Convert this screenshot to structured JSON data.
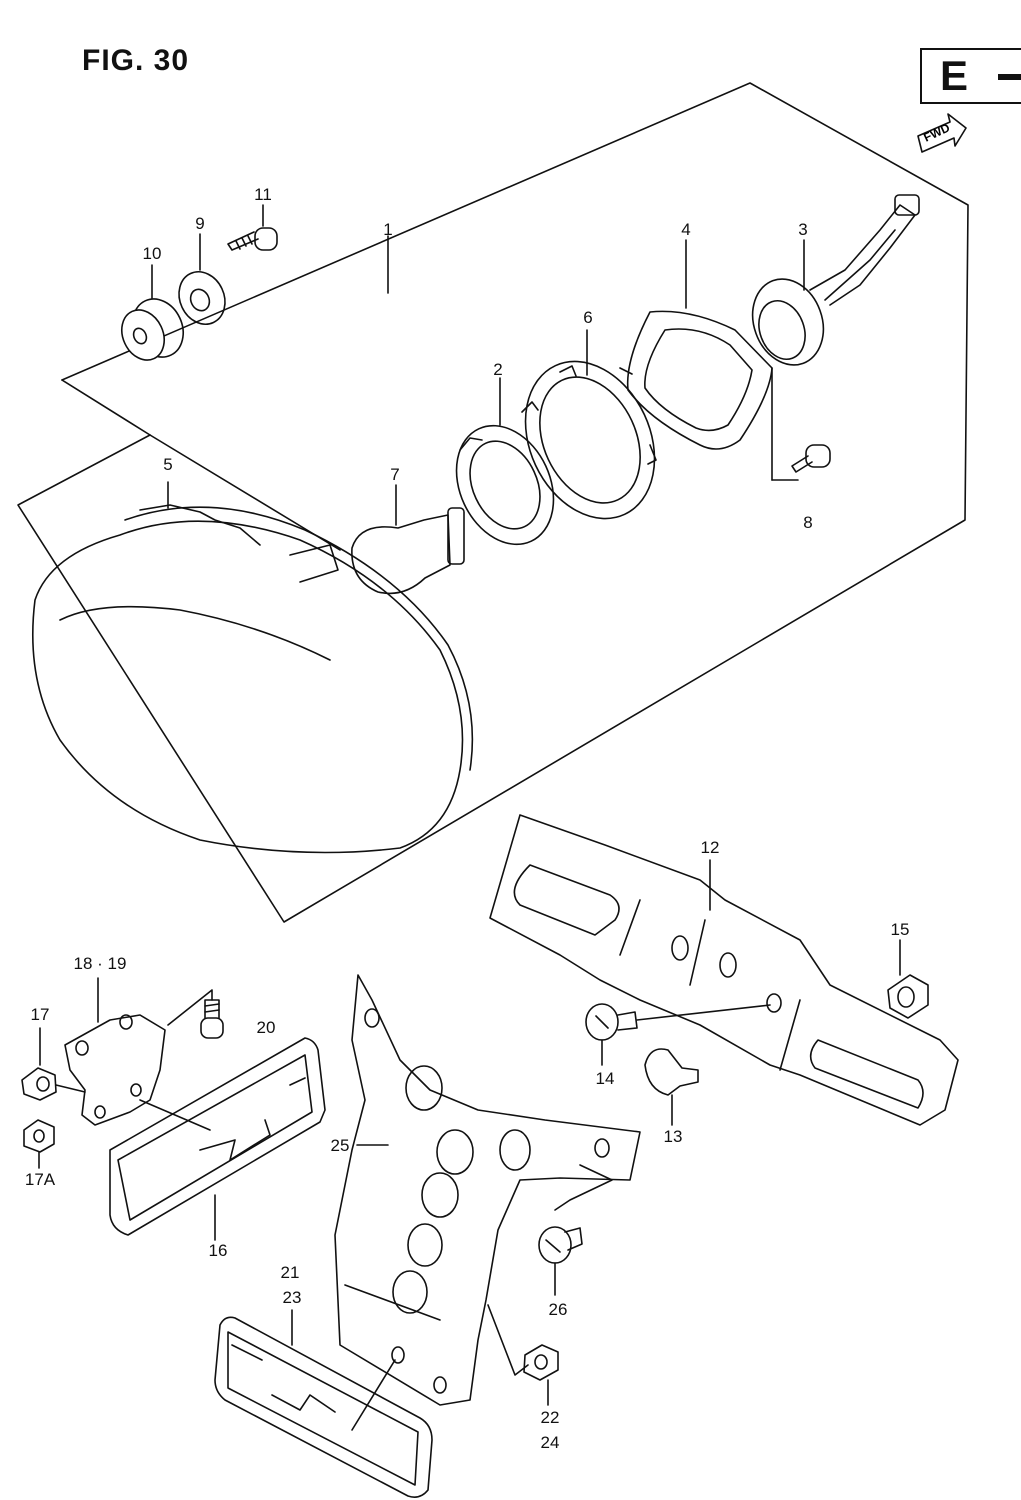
{
  "figure": {
    "title": "FIG. 30"
  },
  "region_mark": {
    "letter": "E"
  },
  "direction_arrow": {
    "text": "FWD"
  },
  "callouts": [
    {
      "id": "c1",
      "text": "1"
    },
    {
      "id": "c2",
      "text": "2"
    },
    {
      "id": "c3",
      "text": "3"
    },
    {
      "id": "c4",
      "text": "4"
    },
    {
      "id": "c5",
      "text": "5"
    },
    {
      "id": "c6",
      "text": "6"
    },
    {
      "id": "c7",
      "text": "7"
    },
    {
      "id": "c8",
      "text": "8"
    },
    {
      "id": "c9",
      "text": "9"
    },
    {
      "id": "c10",
      "text": "10"
    },
    {
      "id": "c11",
      "text": "11"
    },
    {
      "id": "c12",
      "text": "12"
    },
    {
      "id": "c13",
      "text": "13"
    },
    {
      "id": "c14",
      "text": "14"
    },
    {
      "id": "c15",
      "text": "15"
    },
    {
      "id": "c16",
      "text": "16"
    },
    {
      "id": "c17",
      "text": "17"
    },
    {
      "id": "c17a",
      "text": "17A"
    },
    {
      "id": "c1819",
      "text": "18 · 19"
    },
    {
      "id": "c20",
      "text": "20"
    },
    {
      "id": "c21",
      "text": "21"
    },
    {
      "id": "c23",
      "text": "23"
    },
    {
      "id": "c22",
      "text": "22"
    },
    {
      "id": "c24",
      "text": "24"
    },
    {
      "id": "c25",
      "text": "25"
    },
    {
      "id": "c26",
      "text": "26"
    }
  ]
}
